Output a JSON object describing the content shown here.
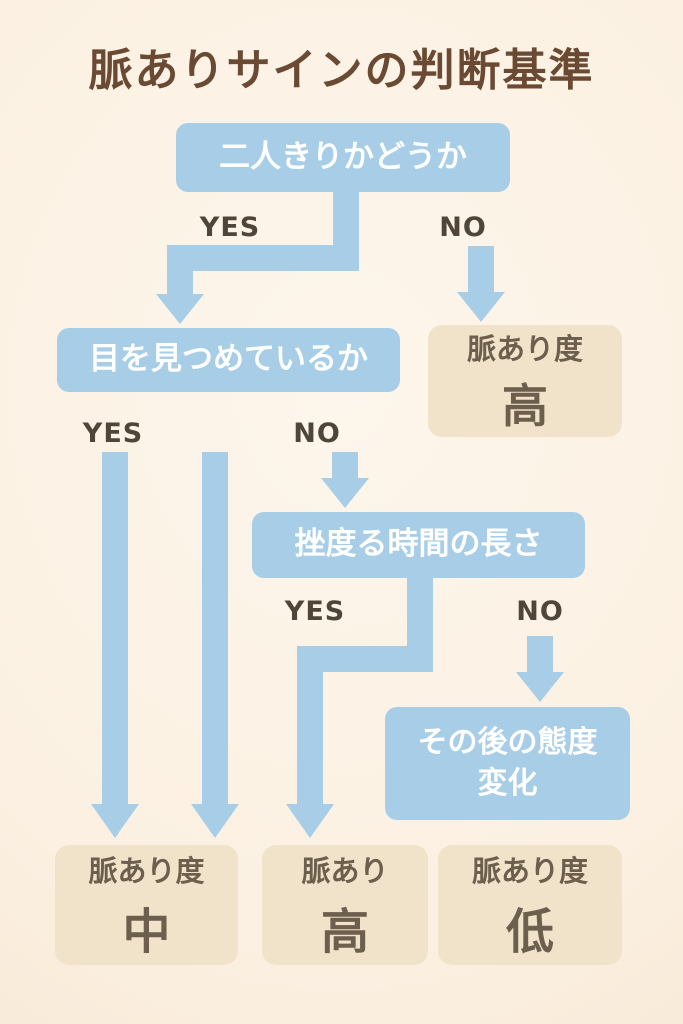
{
  "page": {
    "title": "脈ありサインの判断基準"
  },
  "colors": {
    "blue": "#a7cee6",
    "beige": "#f1e3ca",
    "title-text": "#6b4a33",
    "label-text": "#4f4538",
    "result-text": "#6d5f4e",
    "node-text": "#ffffff"
  },
  "nodes": {
    "q1": {
      "label": "二人きりかどうか",
      "yes": "YES",
      "no": "NO"
    },
    "q2": {
      "label": "目を見つめているか",
      "yes": "YES",
      "no": "NO"
    },
    "q3": {
      "label": "挫度る時間の長さ",
      "yes": "YES",
      "no": "NO"
    },
    "q4": {
      "line1": "その後の態度",
      "line2": "変化"
    }
  },
  "results": {
    "top_right": {
      "caption": "脈あり度",
      "value": "高"
    },
    "bottom_left": {
      "caption": "脈あり度",
      "value": "中"
    },
    "bottom_middle": {
      "caption": "脈あり",
      "value": "高"
    },
    "bottom_right": {
      "caption": "脈あり度",
      "value": "低"
    }
  }
}
